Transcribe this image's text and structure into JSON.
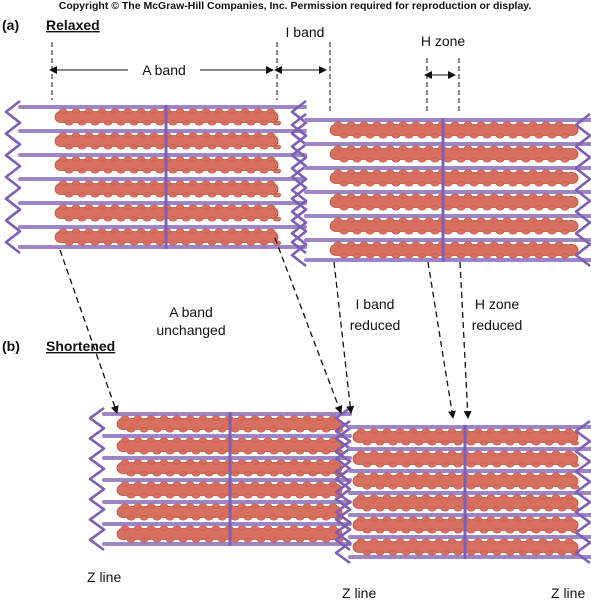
{
  "copyright": "Copyright © The McGraw-Hill Companies, Inc. Permission required for reproduction or display.",
  "panel_a": {
    "letter": "(a)",
    "title": "Relaxed"
  },
  "panel_b": {
    "letter": "(b)",
    "title": "Shortened"
  },
  "labels": {
    "a_band": "A band",
    "i_band": "I band",
    "h_zone": "H zone",
    "a_band_unchanged_1": "A band",
    "a_band_unchanged_2": "unchanged",
    "i_band_reduced_1": "I band",
    "i_band_reduced_2": "reduced",
    "h_zone_reduced_1": "H zone",
    "h_zone_reduced_2": "reduced",
    "z_line_left": "Z line",
    "z_line_middle": "Z line",
    "z_line_right": "Z line"
  },
  "colors": {
    "thick_filament": "#d8705f",
    "thick_filament_dark": "#b9523f",
    "thin_filament": "#9c85c4",
    "z_line": "#7e5fb5",
    "m_line": "#7e5fb5",
    "text": "#111111"
  }
}
